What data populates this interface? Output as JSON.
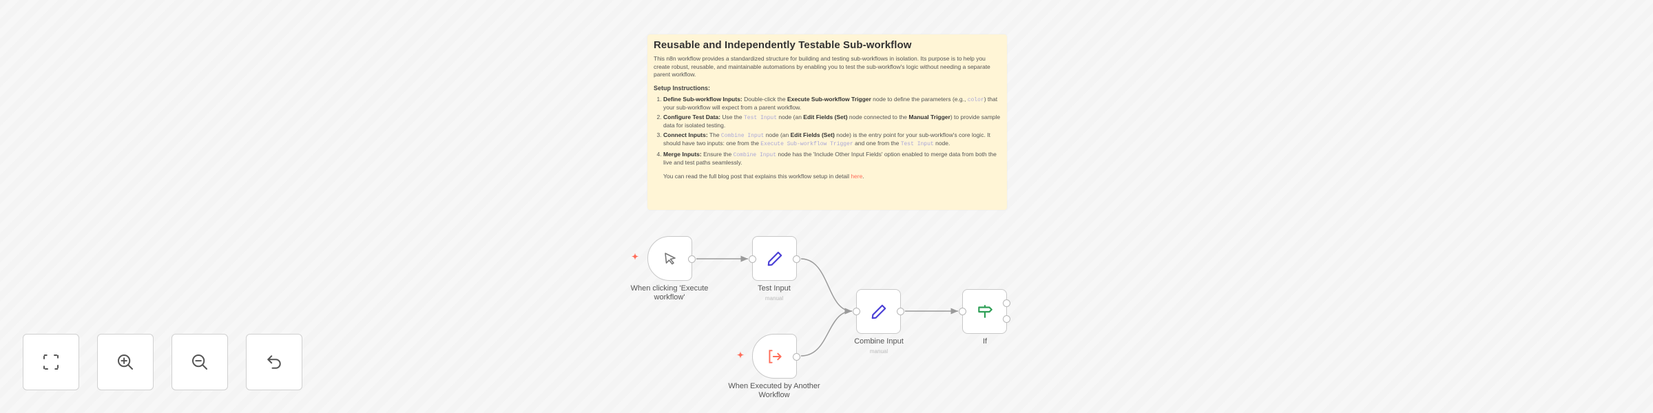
{
  "sticky_note": {
    "title": "Reusable and Independently Testable Sub-workflow",
    "intro": "This n8n workflow provides a standardized structure for building and testing sub-workflows in isolation. Its purpose is to help you create robust, reusable, and maintainable automations by enabling you to test the sub-workflow's logic without needing a separate parent workflow.",
    "setup_heading": "Setup Instructions:",
    "steps": [
      {
        "title": "Define Sub-workflow Inputs:",
        "t1": " Double-click the ",
        "b1": "Execute Sub-workflow Trigger",
        "t2": " node to define the parameters (e.g., ",
        "code1": "color",
        "t3": ") that your sub-workflow will expect from a parent workflow."
      },
      {
        "title": "Configure Test Data:",
        "t1": " Use the ",
        "code1": "Test Input",
        "t2": " node (an ",
        "b1": "Edit Fields (Set)",
        "t3": " node connected to the ",
        "b2": "Manual Trigger",
        "t4": ") to provide sample data for isolated testing."
      },
      {
        "title": "Connect Inputs:",
        "t1": " The ",
        "code1": "Combine Input",
        "t2": " node (an ",
        "b1": "Edit Fields (Set)",
        "t3": " node) is the entry point for your sub-workflow's core logic. It should have two inputs: one from the ",
        "code2": "Execute Sub-workflow Trigger",
        "t4": " and one from the ",
        "code3": "Test Input",
        "t5": " node."
      },
      {
        "title": "Merge Inputs:",
        "t1": " Ensure the ",
        "code1": "Combine Input",
        "t2": " node has the 'Include Other Input Fields' option enabled to merge data from both the live and test paths seamlessly."
      }
    ],
    "footer_text": "You can read the full blog post that explains this workflow setup in detail ",
    "footer_link": "here",
    "footer_end": "."
  },
  "nodes": {
    "manual_trigger": {
      "label": "When clicking 'Execute workflow'",
      "icon": "mouse-pointer-icon"
    },
    "test_input": {
      "label": "Test Input",
      "subtitle": "manual",
      "icon": "pencil-icon"
    },
    "combine_input": {
      "label": "Combine Input",
      "subtitle": "manual",
      "icon": "pencil-icon"
    },
    "if": {
      "label": "If",
      "icon": "signpost-icon"
    },
    "sub_trigger": {
      "label": "When Executed by Another Workflow",
      "icon": "sign-in-arrow-icon"
    }
  },
  "controls": [
    {
      "name": "zoom-to-fit-button",
      "icon": "fit-view-icon"
    },
    {
      "name": "zoom-in-button",
      "icon": "zoom-in-icon"
    },
    {
      "name": "zoom-out-button",
      "icon": "zoom-out-icon"
    },
    {
      "name": "reset-zoom-button",
      "icon": "undo-icon"
    }
  ],
  "colors": {
    "accent": "#ff6d5a",
    "set_node_icon": "#4a3fd6",
    "if_node_icon": "#2e9f56",
    "sticky_bg": "#fff5d6"
  }
}
